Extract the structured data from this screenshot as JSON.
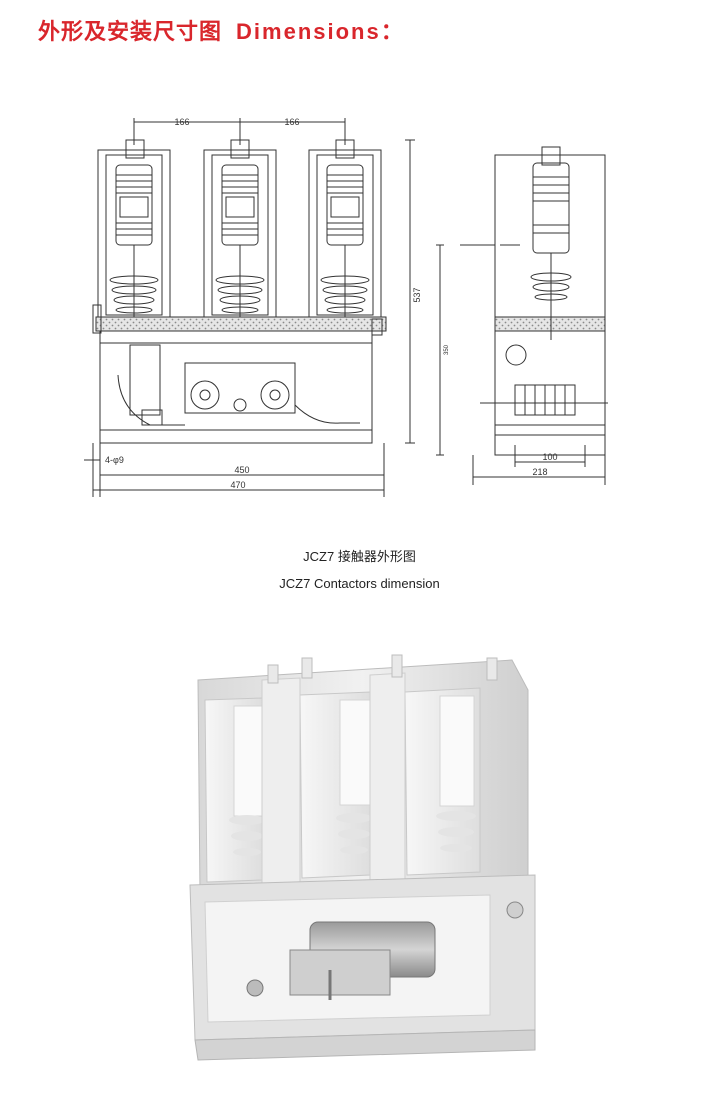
{
  "heading": {
    "zh": "外形及安装尺寸图",
    "en": "Dimensions："
  },
  "drawing": {
    "dims": {
      "pole_spacing_1": "166",
      "pole_spacing_2": "166",
      "total_height": "537",
      "side_height": "350",
      "mount_holes": "4-φ9",
      "hole_spacing": "450",
      "front_width": "470",
      "side_inner": "100",
      "side_depth": "218"
    }
  },
  "caption": {
    "zh": "JCZ7 接触器外形图",
    "en": "JCZ7 Contactors dimension"
  },
  "colors": {
    "accent": "#d9262c",
    "line": "#333333",
    "hatch": "#9a9a9a"
  }
}
